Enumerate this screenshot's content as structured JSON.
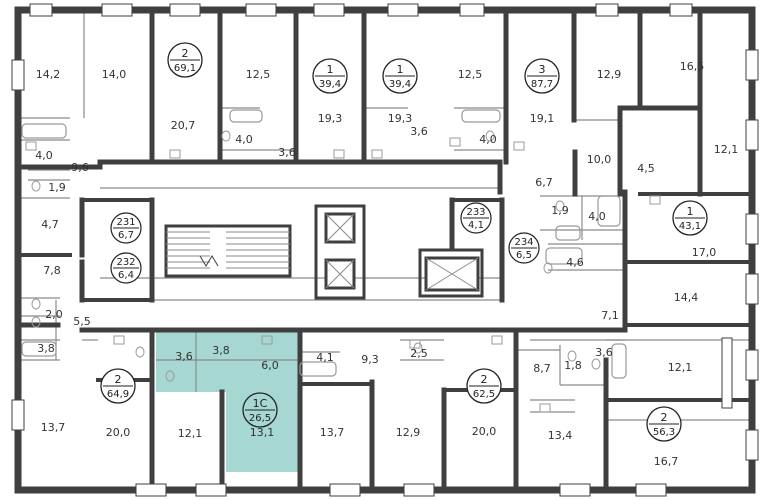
{
  "colors": {
    "wall": "#3f3f3f",
    "thin_wall": "#8a8a8a",
    "highlight": "#a6d7d3",
    "window": "#ffffff",
    "fixture": "#9a9a9a",
    "text": "#333333"
  },
  "icons": [
    "stair-icon",
    "elevator-icon",
    "bathtub-icon",
    "sink-icon",
    "toilet-icon",
    "door-icon"
  ],
  "apartments": [
    {
      "id": "a1",
      "number": "2",
      "area": "69,1"
    },
    {
      "id": "a2",
      "number": "1",
      "area": "39,4"
    },
    {
      "id": "a3",
      "number": "1",
      "area": "39,4"
    },
    {
      "id": "a4",
      "number": "3",
      "area": "87,7"
    },
    {
      "id": "a5",
      "number": "1",
      "area": "43,1"
    },
    {
      "id": "a6",
      "number": "2",
      "area": "64,9"
    },
    {
      "id": "a7",
      "number": "1С",
      "area": "26,5",
      "selected": true
    },
    {
      "id": "a8",
      "number": "2",
      "area": "62,5"
    },
    {
      "id": "a9",
      "number": "2",
      "area": "56,3"
    }
  ],
  "storage_units": [
    {
      "number": "231",
      "area": "6,7"
    },
    {
      "number": "232",
      "area": "6,4"
    },
    {
      "number": "233",
      "area": "4,1"
    },
    {
      "number": "234",
      "area": "6,5"
    }
  ],
  "room_areas": [
    "14,2",
    "14,0",
    "20,7",
    "12,5",
    "19,3",
    "19,3",
    "12,5",
    "19,1",
    "12,9",
    "16,5",
    "4,0",
    "9,6",
    "1,9",
    "4,7",
    "4,0",
    "3,6",
    "3,6",
    "4,0",
    "10,0",
    "4,5",
    "12,1",
    "6,7",
    "1,9",
    "4,0",
    "17,0",
    "7,8",
    "4,6",
    "14,4",
    "2,0",
    "5,5",
    "3,8",
    "7,1",
    "3,6",
    "3,8",
    "6,0",
    "4,1",
    "9,3",
    "2,5",
    "8,7",
    "1,8",
    "3,6",
    "12,1",
    "13,7",
    "20,0",
    "12,1",
    "13,1",
    "13,7",
    "12,9",
    "20,0",
    "13,4",
    "16,7"
  ]
}
